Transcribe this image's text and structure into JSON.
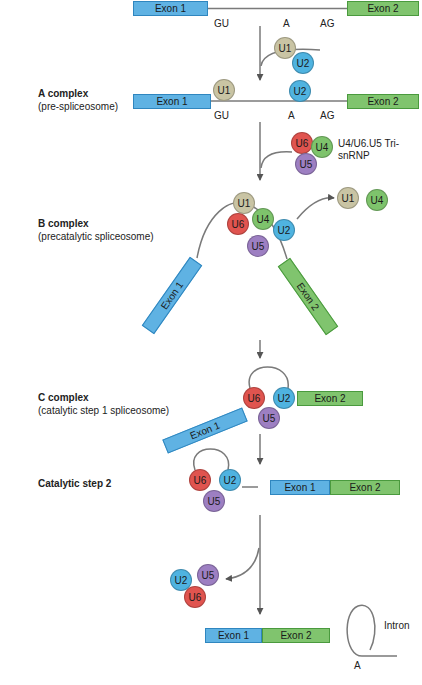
{
  "diagram": {
    "nodes": [
      {
        "text": [
          "Exon 1"
        ]
      },
      {
        "text": [
          "Exon 2"
        ]
      },
      {
        "text": [
          "U1"
        ]
      },
      {
        "text": [
          "U2"
        ]
      },
      {
        "text": [
          "Exon 1"
        ]
      },
      {
        "text": [
          "U1"
        ]
      },
      {
        "text": [
          "U2"
        ]
      },
      {
        "text": [
          "Exon 2"
        ]
      },
      {
        "text": [
          "U6"
        ]
      },
      {
        "text": [
          "U4"
        ]
      },
      {
        "text": [
          "U5"
        ]
      },
      {
        "text": [
          "U1"
        ]
      },
      {
        "text": [
          "U6"
        ]
      },
      {
        "text": [
          "U4"
        ]
      },
      {
        "text": [
          "U2"
        ]
      },
      {
        "text": [
          "U5"
        ]
      },
      {
        "text": [
          "Exon 1"
        ]
      },
      {
        "text": [
          "Exon 2"
        ]
      },
      {
        "text": [
          "U1"
        ]
      },
      {
        "text": [
          "U4"
        ]
      },
      {
        "text": [
          "U6"
        ]
      },
      {
        "text": [
          "U2"
        ]
      },
      {
        "text": [
          "U5"
        ]
      },
      {
        "text": [
          "Exon 1"
        ]
      },
      {
        "text": [
          "Exon 2"
        ]
      },
      {
        "text": [
          "U6"
        ]
      },
      {
        "text": [
          "U2"
        ]
      },
      {
        "text": [
          "U5"
        ]
      },
      {
        "text": [
          "Exon 1"
        ]
      },
      {
        "text": [
          "Exon 2"
        ]
      },
      {
        "text": [
          "U2"
        ]
      },
      {
        "text": [
          "U5"
        ]
      },
      {
        "text": [
          "U6"
        ]
      },
      {
        "text": [
          "Exon 1"
        ]
      },
      {
        "text": [
          "Exon 2"
        ]
      }
    ],
    "labels": [
      "GU",
      "A",
      "AG",
      "A complex",
      "(pre-spliceosome)",
      "GU",
      "A",
      "AG",
      "U4/U6.U5 Tri-snRNP",
      "B complex",
      "(precatalytic spliceosome)",
      "C complex",
      "(catalytic step 1 spliceosome)",
      "Catalytic step 2",
      "Intron",
      "A"
    ]
  }
}
